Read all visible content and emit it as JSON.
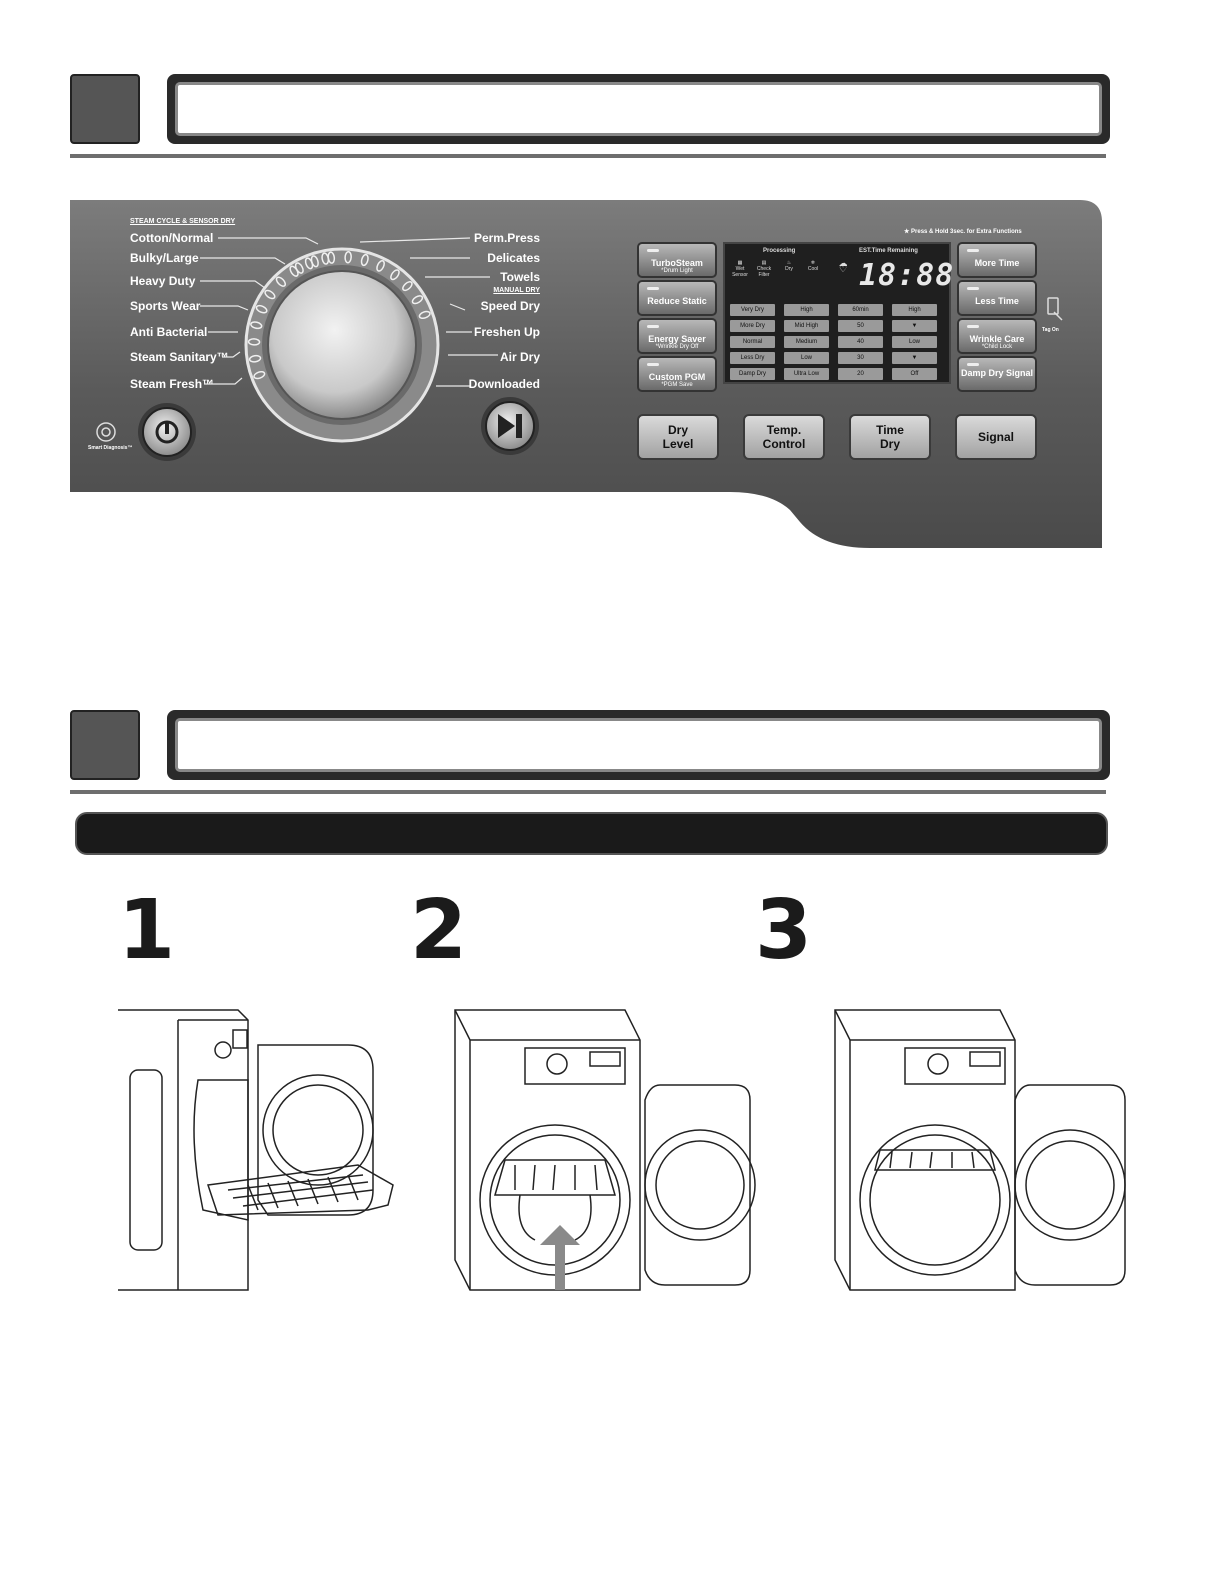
{
  "panel": {
    "header_steam": "STEAM CYCLE & SENSOR DRY",
    "header_manual": "MANUAL DRY",
    "left_cycles": [
      "Cotton/Normal",
      "Bulky/Large",
      "Heavy Duty",
      "Sports Wear",
      "Anti Bacterial",
      "Steam Sanitary™",
      "Steam Fresh™"
    ],
    "right_cycles_top": [
      "Perm.Press",
      "Delicates",
      "Towels"
    ],
    "right_cycles_bottom": [
      "Speed Dry",
      "Freshen Up",
      "Air Dry",
      "Downloaded"
    ],
    "hold_note": "★ Press & Hold 3sec. for Extra Functions",
    "smart_diagnosis": "Smart Diagnosis™",
    "tag_on": "Tag On",
    "left_buttons": [
      {
        "label": "TurboSteam",
        "sub": "*Drum Light"
      },
      {
        "label": "Reduce Static",
        "sub": ""
      },
      {
        "label": "Energy Saver",
        "sub": "*Wrinkle Dry Off"
      },
      {
        "label": "Custom PGM",
        "sub": "*PGM Save"
      }
    ],
    "right_buttons": [
      {
        "label": "More Time",
        "sub": ""
      },
      {
        "label": "Less Time",
        "sub": ""
      },
      {
        "label": "Wrinkle Care",
        "sub": "*Child Lock"
      },
      {
        "label": "Damp Dry Signal",
        "sub": ""
      }
    ],
    "bottom_buttons": [
      {
        "label": "Dry Level"
      },
      {
        "label": "Temp. Control"
      },
      {
        "label": "Time Dry"
      },
      {
        "label": "Signal"
      }
    ],
    "lcd": {
      "processing": "Processing",
      "est_time": "EST.Time Remaining",
      "digits": "18:88",
      "icons": [
        "Wet Sensor",
        "Check Filter",
        "Dry",
        "Cool"
      ],
      "columns": [
        [
          "Very Dry",
          "More Dry",
          "Normal",
          "Less Dry",
          "Damp Dry"
        ],
        [
          "High",
          "Mid High",
          "Medium",
          "Low",
          "Ultra Low"
        ],
        [
          "60min",
          "50",
          "40",
          "30",
          "20"
        ],
        [
          "High",
          "▼",
          "Low",
          "▼",
          "Off"
        ]
      ]
    }
  },
  "steps": [
    "1",
    "2",
    "3"
  ],
  "colors": {
    "panel": "#6a6a6a",
    "accent": "#1a1a1a"
  }
}
